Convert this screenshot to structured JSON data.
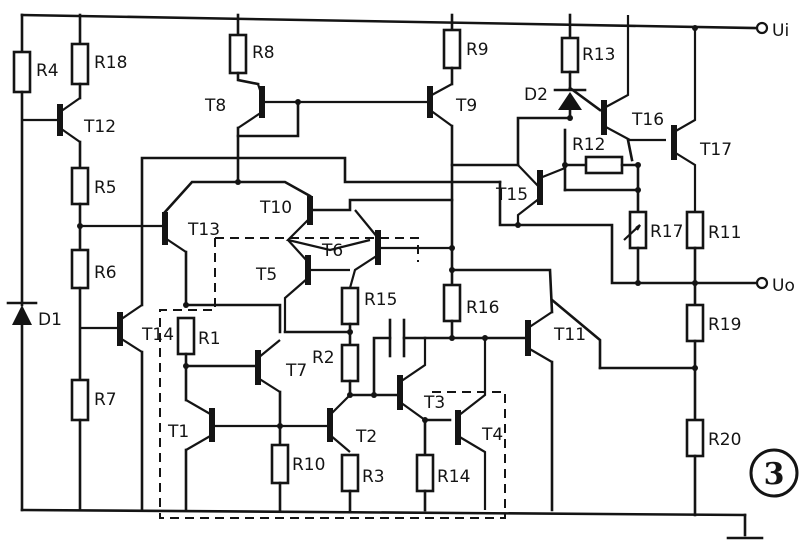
{
  "diagram": {
    "resistors": {
      "R4": "R4",
      "R18": "R18",
      "R5": "R5",
      "R6": "R6",
      "R7": "R7",
      "R8": "R8",
      "R9": "R9",
      "R13": "R13",
      "R12": "R12",
      "R17": "R17",
      "R11": "R11",
      "R19": "R19",
      "R20": "R20",
      "R15": "R15",
      "R16": "R16",
      "R1": "R1",
      "R2": "R2",
      "R10": "R10",
      "R3": "R3",
      "R14": "R14"
    },
    "transistors": {
      "T1": "T1",
      "T2": "T2",
      "T3": "T3",
      "T4": "T4",
      "T5": "T5",
      "T6": "T6",
      "T7": "T7",
      "T8": "T8",
      "T9": "T9",
      "T10": "T10",
      "T11": "T11",
      "T12": "T12",
      "T13": "T13",
      "T14": "T14",
      "T15": "T15",
      "T16": "T16",
      "T17": "T17"
    },
    "diodes": {
      "D1": "D1",
      "D2": "D2"
    },
    "terminals": {
      "input": "Ui",
      "output": "Uo"
    },
    "figure_number": "3"
  }
}
